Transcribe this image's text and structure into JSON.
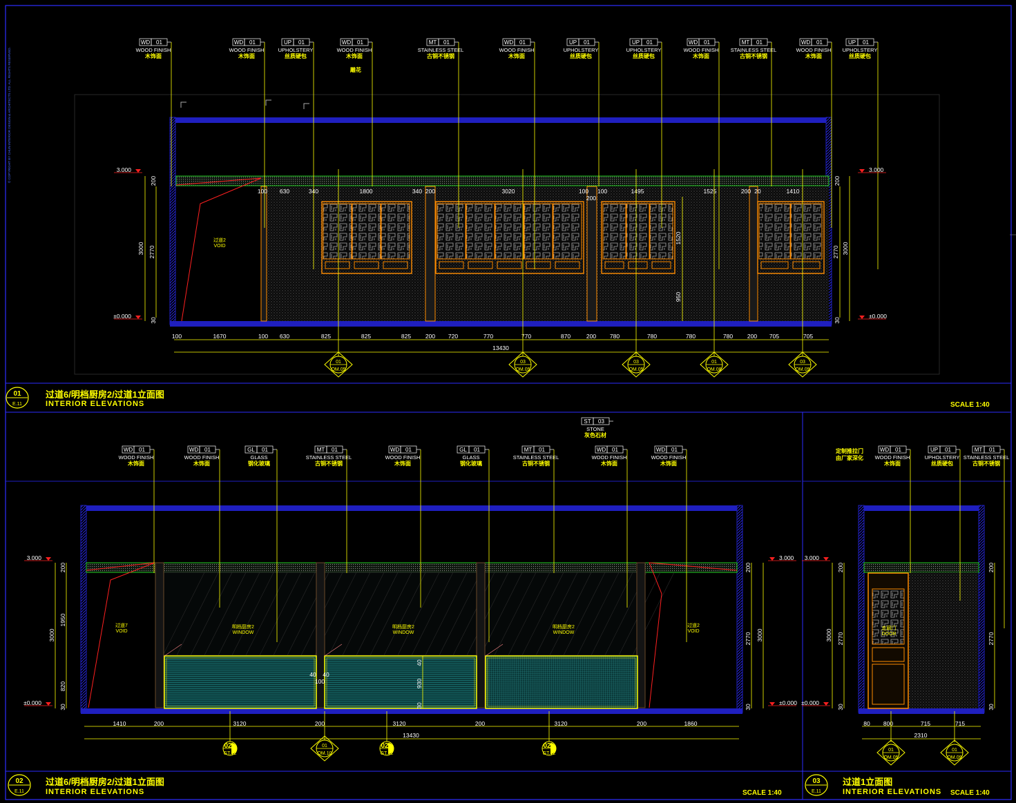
{
  "copyright": "© COPYRIGHT BY CHUN INTERIOR DESIGN & ARCHITECTS LTD. ALL RIGHTS RESERVED.",
  "colors": {
    "background": "#000000",
    "frame": "#2d2dff",
    "dimension": "#ffff00",
    "wall": "#1f1fbf",
    "wood": "#ff8c00",
    "ceiling": "#22cc22",
    "hatch": "#555555",
    "section": "#ff2020",
    "text": "#ffffff"
  },
  "elevation1": {
    "number": "01",
    "sheet": "E.11",
    "title": "过道6/明档厨房2/过道1立面图",
    "subtitle": "INTERIOR ELEVATIONS",
    "scale": "SCALE 1:40",
    "callouts": [
      {
        "code": "WD",
        "num": "01",
        "en": "WOOD FINISH",
        "cn": "木饰面"
      },
      {
        "code": "WD",
        "num": "01",
        "en": "WOOD FINISH",
        "cn": "木饰面"
      },
      {
        "code": "UP",
        "num": "01",
        "en": "UPHOLSTERY",
        "cn": "丝质硬包"
      },
      {
        "code": "WD",
        "num": "01",
        "en": "WOOD FINISH",
        "cn": "木饰面"
      },
      {
        "code": "MT",
        "num": "01",
        "en": "STAINLESS STEEL",
        "cn": "古铜不锈钢"
      },
      {
        "code": "WD",
        "num": "01",
        "en": "WOOD FINISH",
        "cn": "木饰面"
      },
      {
        "code": "UP",
        "num": "01",
        "en": "UPHOLSTERY",
        "cn": "丝质硬包"
      },
      {
        "code": "UP",
        "num": "01",
        "en": "UPHOLSTERY",
        "cn": "丝质硬包"
      },
      {
        "code": "WD",
        "num": "01",
        "en": "WOOD FINISH",
        "cn": "木饰面"
      },
      {
        "code": "MT",
        "num": "01",
        "en": "STAINLESS STEEL",
        "cn": "古铜不锈钢"
      },
      {
        "code": "WD",
        "num": "01",
        "en": "WOOD FINISH",
        "cn": "木饰面"
      },
      {
        "code": "UP",
        "num": "01",
        "en": "UPHOLSTERY",
        "cn": "丝质硬包"
      }
    ],
    "extra_note": "雕花",
    "level_top": "3.000",
    "level_floor": "±0.000",
    "side_dims": [
      "200",
      "2770",
      "3000",
      "30"
    ],
    "top_dims": [
      "100",
      "630",
      "340",
      "1800",
      "340",
      "200",
      "3020",
      "100",
      "100",
      "1495",
      "1525",
      "200",
      "20",
      "1410",
      "200"
    ],
    "window_dims": [
      "1520",
      "950"
    ],
    "bottom_dims": [
      "100",
      "1670",
      "100",
      "630",
      "825",
      "825",
      "825",
      "200",
      "720",
      "770",
      "770",
      "870",
      "200",
      "780",
      "780",
      "780",
      "780",
      "200",
      "705",
      "705"
    ],
    "total_dim": "13430",
    "void_label": "过道2",
    "void_label_en": "VOID",
    "section_marks": [
      {
        "num": "01",
        "ref": "QM.05"
      },
      {
        "num": "03",
        "ref": "QM.05"
      },
      {
        "num": "03",
        "ref": "QM.05"
      },
      {
        "num": "01",
        "ref": "QM.08"
      },
      {
        "num": "03",
        "ref": "QM.05"
      }
    ]
  },
  "elevation2": {
    "number": "02",
    "sheet": "E.11",
    "title": "过道6/明档厨房2/过道1立面图",
    "subtitle": "INTERIOR ELEVATIONS",
    "scale": "SCALE 1:40",
    "stone_callout": {
      "code": "ST",
      "num": "03",
      "en": "STONE",
      "cn": "灰色石材"
    },
    "callouts": [
      {
        "code": "WD",
        "num": "01",
        "en": "WOOD FINISH",
        "cn": "木饰面"
      },
      {
        "code": "WD",
        "num": "01",
        "en": "WOOD FINISH",
        "cn": "木饰面"
      },
      {
        "code": "GL",
        "num": "01",
        "en": "GLASS",
        "cn": "钢化玻璃"
      },
      {
        "code": "MT",
        "num": "01",
        "en": "STAINLESS STEEL",
        "cn": "古铜不锈钢"
      },
      {
        "code": "WD",
        "num": "01",
        "en": "WOOD FINISH",
        "cn": "木饰面"
      },
      {
        "code": "GL",
        "num": "01",
        "en": "GLASS",
        "cn": "钢化玻璃"
      },
      {
        "code": "MT",
        "num": "01",
        "en": "STAINLESS STEEL",
        "cn": "古铜不锈钢"
      },
      {
        "code": "WD",
        "num": "01",
        "en": "WOOD FINISH",
        "cn": "木饰面"
      },
      {
        "code": "WD",
        "num": "01",
        "en": "WOOD FINISH",
        "cn": "木饰面"
      }
    ],
    "level_top": "3.000",
    "level_floor": "±0.000",
    "left_dims": [
      "200",
      "1950",
      "3000",
      "820",
      "30"
    ],
    "right_dims": [
      "200",
      "2770",
      "3000",
      "30"
    ],
    "counter_dims": [
      "40",
      "930",
      "30"
    ],
    "counter_small": [
      "40",
      "40",
      "100"
    ],
    "bottom_dims": [
      "1410",
      "200",
      "3120",
      "200",
      "3120",
      "200",
      "3120",
      "200",
      "1860"
    ],
    "total_dim": "13430",
    "window_label": "明档厨房2",
    "window_label_en": "WINDOW",
    "void_left": "过道7",
    "void_right": "过道2",
    "void_en": "VOID",
    "section_marks": [
      {
        "num": "02",
        "ref": "GT.12"
      },
      {
        "num": "01",
        "ref": "QM.10"
      },
      {
        "num": "02",
        "ref": "GT.12"
      },
      {
        "num": "02",
        "ref": "GT.12"
      }
    ]
  },
  "elevation3": {
    "number": "03",
    "sheet": "E.11",
    "title": "过道1立面图",
    "subtitle": "INTERIOR ELEVATIONS",
    "scale": "SCALE 1:40",
    "door_note_1": "定制推拉门",
    "door_note_2": "由厂家深化",
    "callouts": [
      {
        "code": "WD",
        "num": "01",
        "en": "WOOD FINISH",
        "cn": "木饰面"
      },
      {
        "code": "UP",
        "num": "01",
        "en": "UPHOLSTERY",
        "cn": "丝质硬包"
      },
      {
        "code": "MT",
        "num": "01",
        "en": "STAINLESS STEEL",
        "cn": "古铜不锈钢"
      }
    ],
    "level_top": "3.000",
    "level_floor": "±0.000",
    "left_dims": [
      "200",
      "2770",
      "3000",
      "30"
    ],
    "right_dims": [
      "200",
      "2770",
      "30"
    ],
    "bottom_dims": [
      "80",
      "800",
      "715",
      "715"
    ],
    "total_dim": "2310",
    "door_label": "走廊门",
    "door_label_en": "DOOR",
    "section_marks": [
      {
        "num": "01",
        "ref": "QM.05"
      },
      {
        "num": "01",
        "ref": "QM.09"
      }
    ]
  }
}
